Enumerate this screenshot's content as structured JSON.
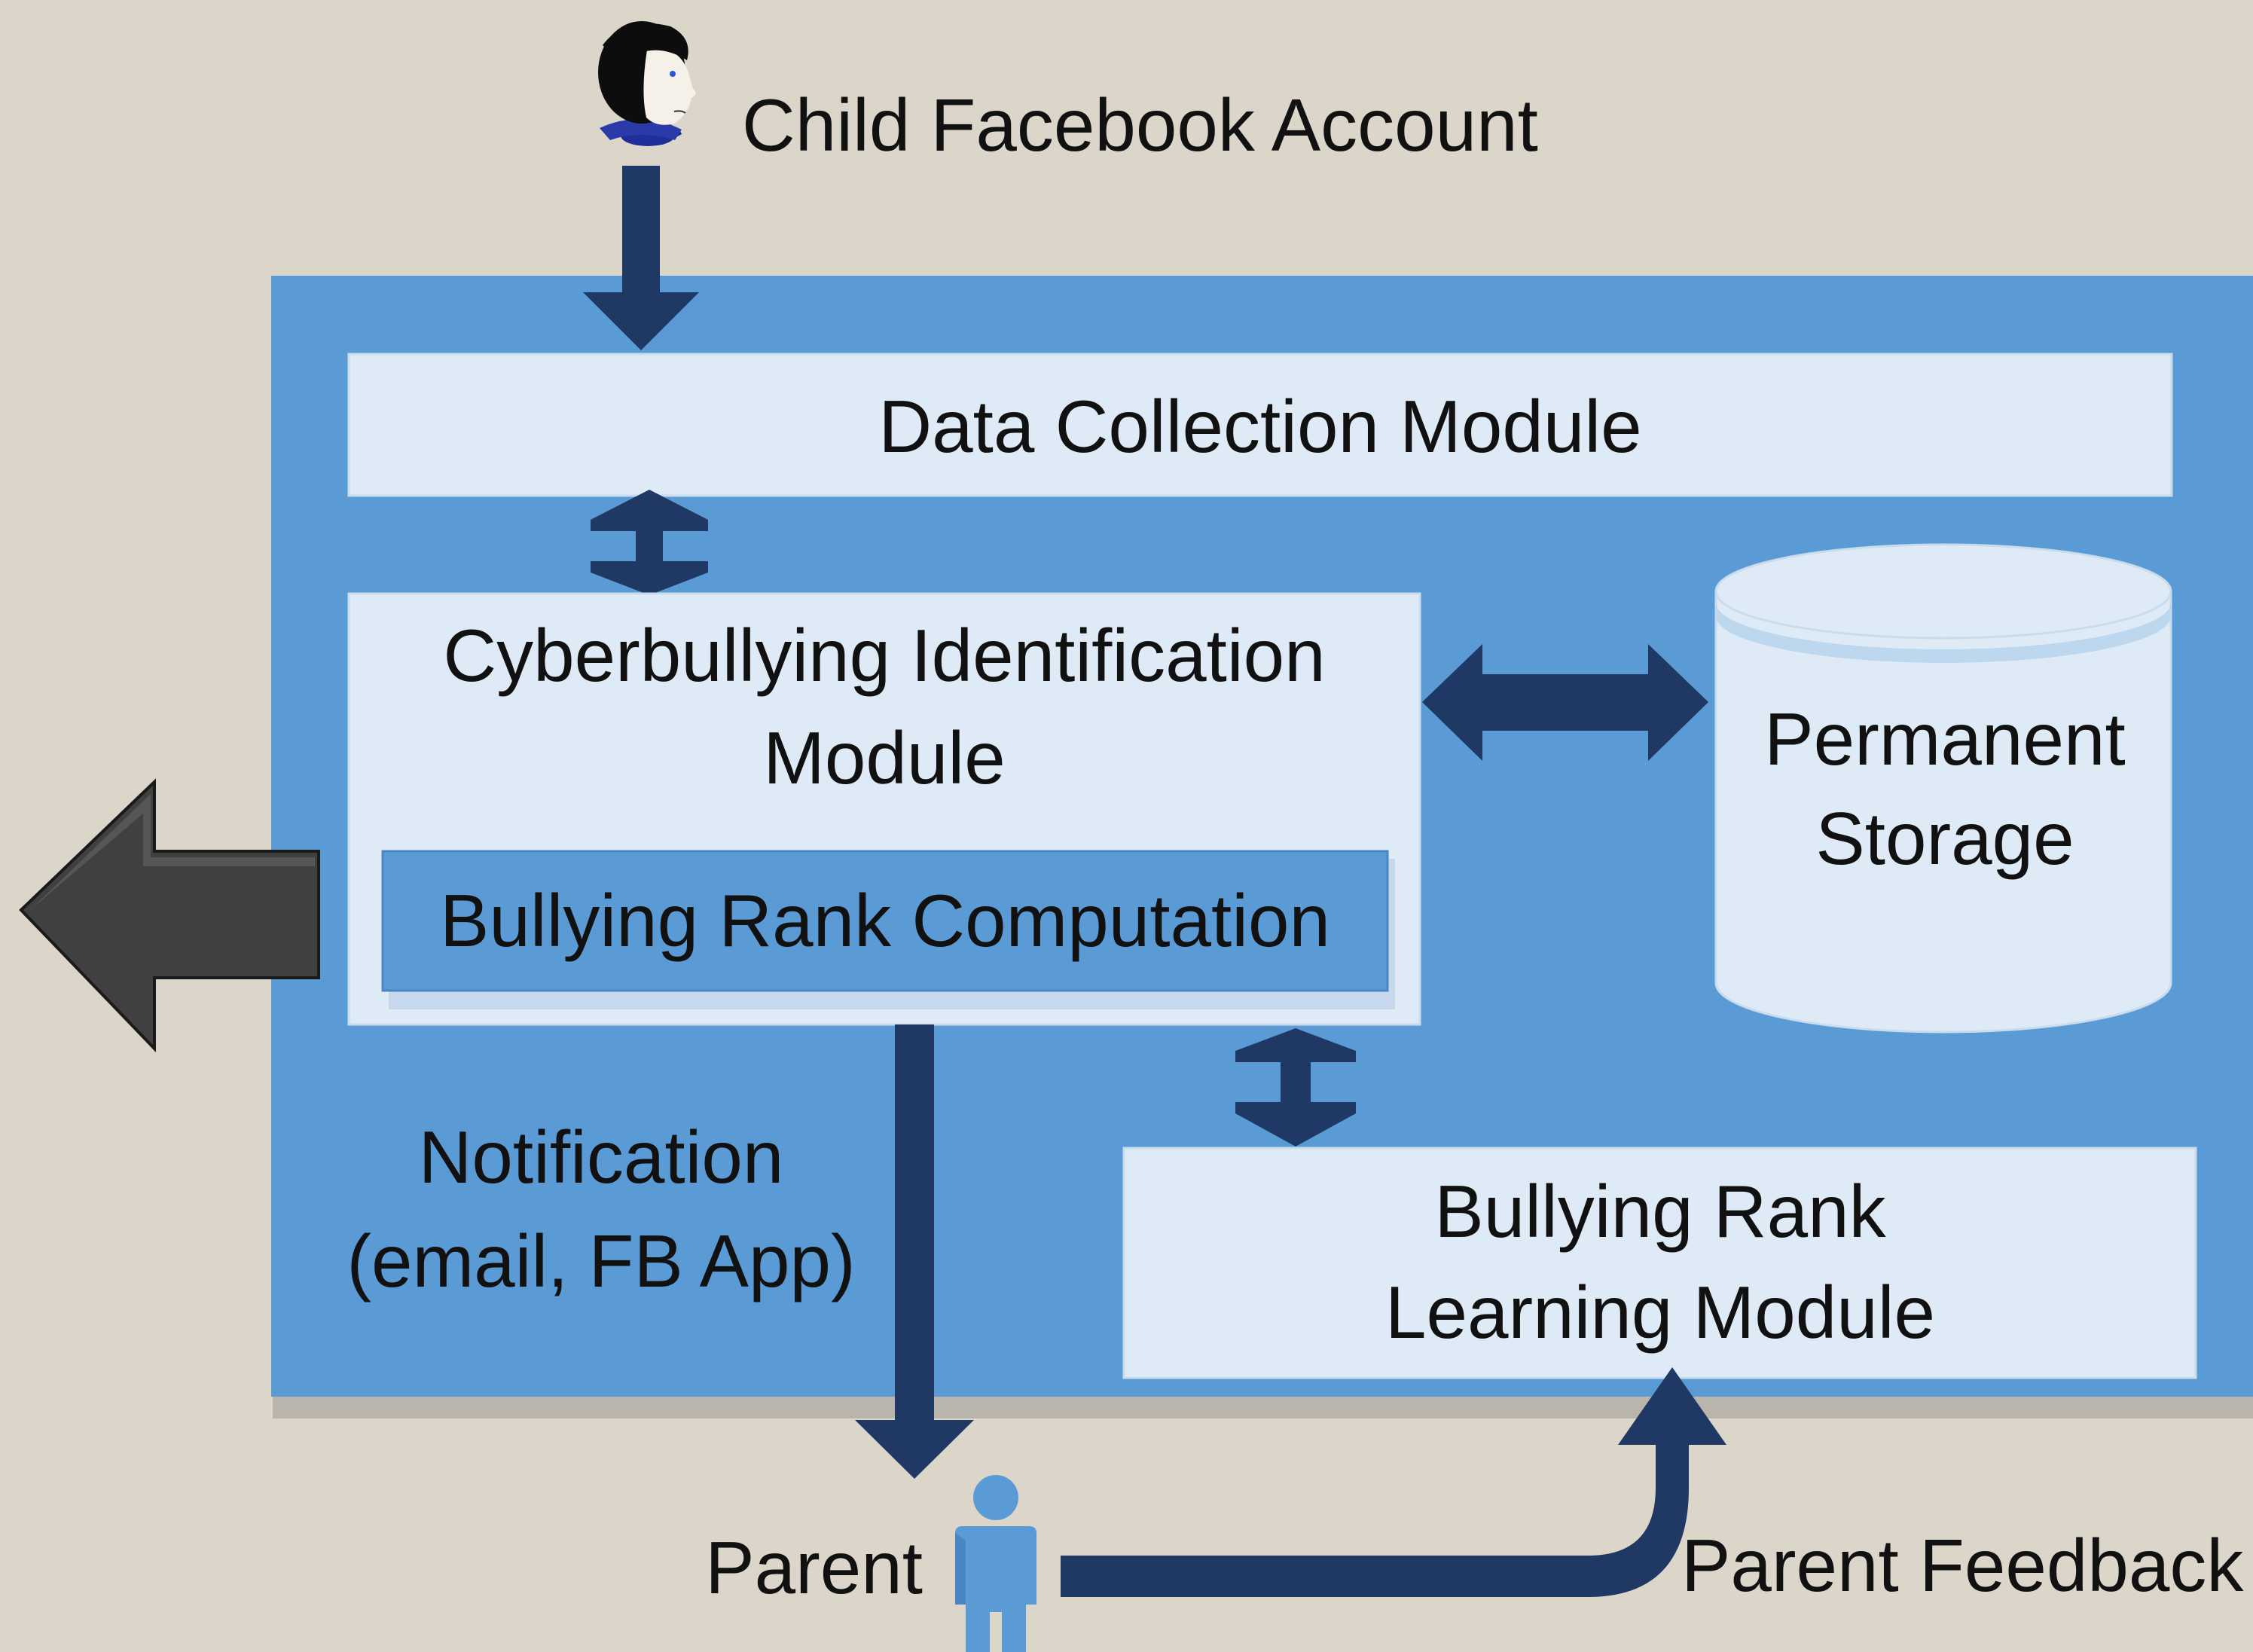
{
  "labels": {
    "child_account": "Child Facebook Account",
    "data_collection": "Data Collection Module",
    "cyberbullying_line1": "Cyberbullying Identification",
    "cyberbullying_line2": "Module",
    "bullying_rank_computation": "Bullying Rank Computation",
    "permanent_storage_line1": "Permanent",
    "permanent_storage_line2": "Storage",
    "notification_line1": "Notification",
    "notification_line2": "(email, FB App)",
    "learning_line1": "Bullying Rank",
    "learning_line2": "Learning Module",
    "parent": "Parent",
    "parent_feedback": "Parent Feedback"
  },
  "icons": {
    "child": "child-face-icon",
    "parent": "person-icon",
    "exit_arrow": "left-arrow-icon",
    "storage": "database-cylinder-icon"
  },
  "colors": {
    "background": "#dcd6ca",
    "system_box": "#5b9bd5",
    "module_fill": "#deebf7",
    "inner_module": "#5b9bd5",
    "arrow": "#1f3864",
    "exit_arrow": "#404040",
    "person": "#5b9bd5"
  }
}
